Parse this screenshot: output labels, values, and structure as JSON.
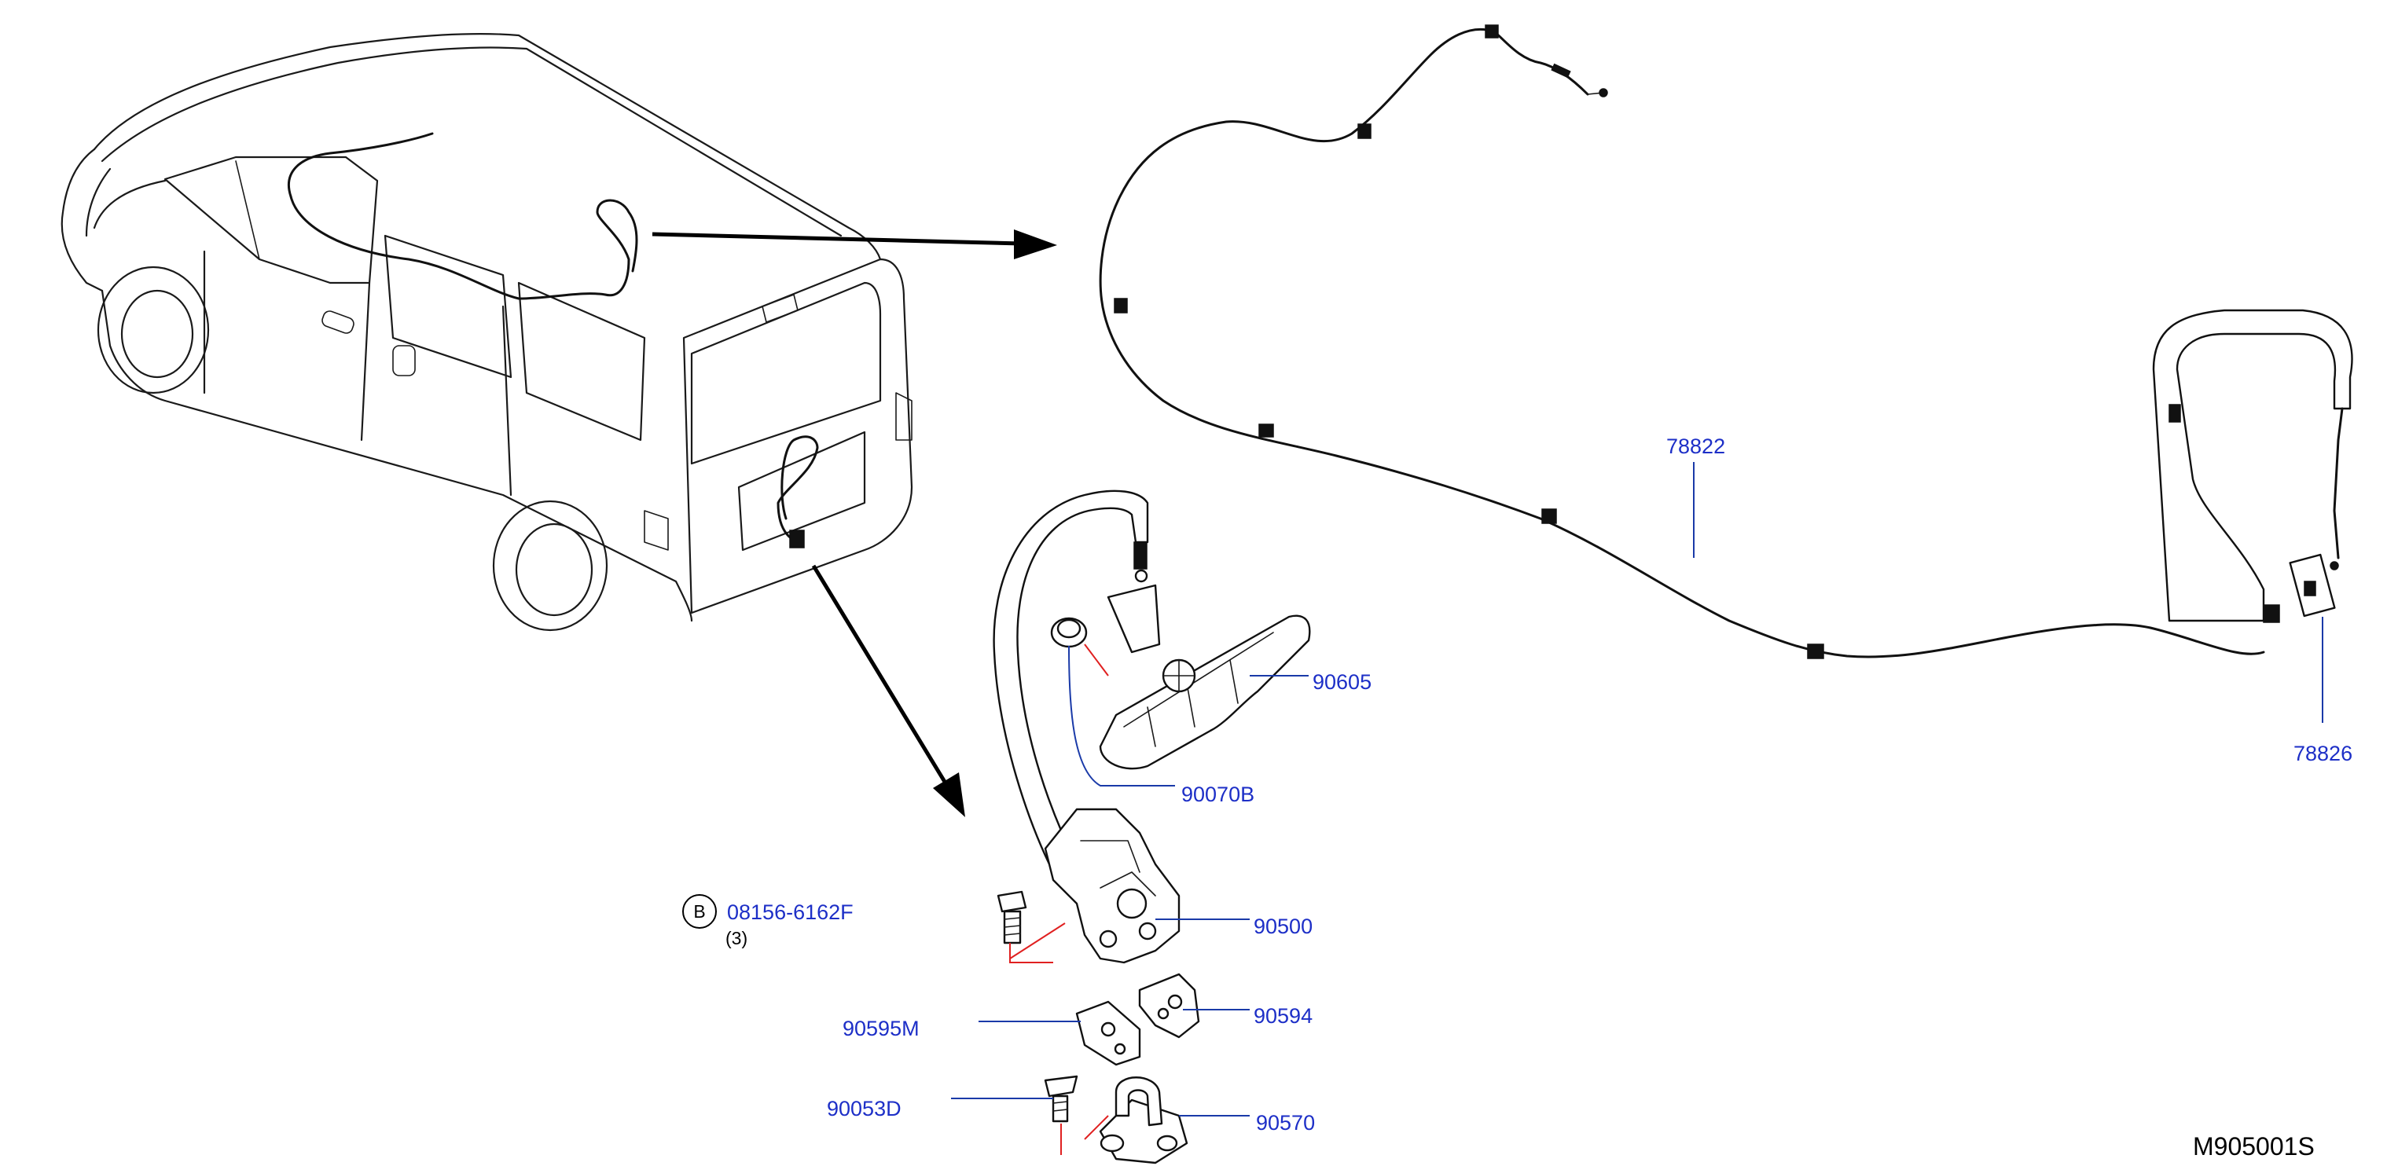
{
  "diagram": {
    "code": "M905001S",
    "colors": {
      "label": "#1d2fc7",
      "leader": "#1a3aa8",
      "fastener_line": "#e02020",
      "line": "#1a1a1a"
    },
    "parts": [
      {
        "number": "78822"
      },
      {
        "number": "78826"
      },
      {
        "number": "90605"
      },
      {
        "number": "90070B"
      },
      {
        "number": "90500"
      },
      {
        "number": "90594"
      },
      {
        "number": "90595M"
      },
      {
        "number": "90053D"
      },
      {
        "number": "90570"
      }
    ],
    "bolt": {
      "symbol": "B",
      "number": "08156-6162F",
      "quantity": "(3)"
    }
  }
}
